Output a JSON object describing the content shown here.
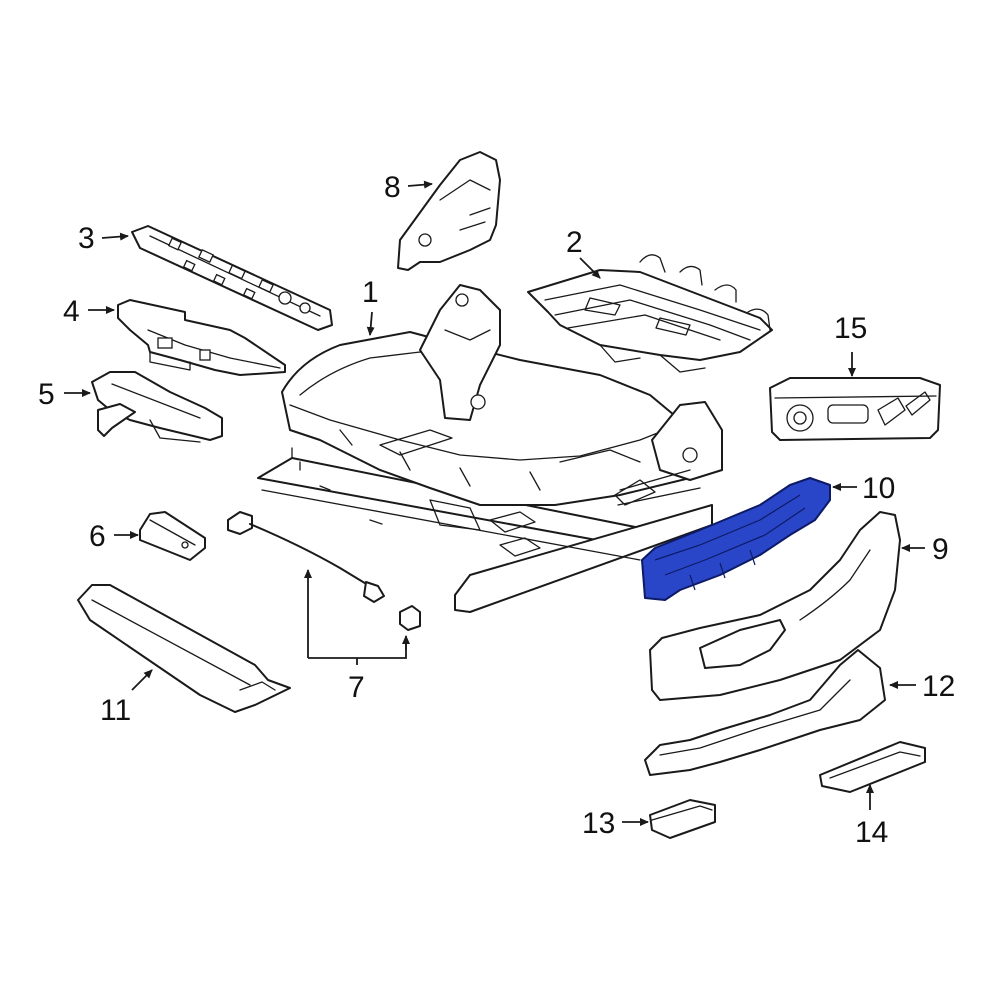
{
  "highlight_color": "#2a46c8",
  "highlighted_part": "10",
  "callouts": [
    {
      "id": "1",
      "label": "1"
    },
    {
      "id": "2",
      "label": "2"
    },
    {
      "id": "3",
      "label": "3"
    },
    {
      "id": "4",
      "label": "4"
    },
    {
      "id": "5",
      "label": "5"
    },
    {
      "id": "6",
      "label": "6"
    },
    {
      "id": "7",
      "label": "7"
    },
    {
      "id": "8",
      "label": "8"
    },
    {
      "id": "9",
      "label": "9"
    },
    {
      "id": "10",
      "label": "10"
    },
    {
      "id": "11",
      "label": "11"
    },
    {
      "id": "12",
      "label": "12"
    },
    {
      "id": "13",
      "label": "13"
    },
    {
      "id": "14",
      "label": "14"
    },
    {
      "id": "15",
      "label": "15"
    }
  ]
}
